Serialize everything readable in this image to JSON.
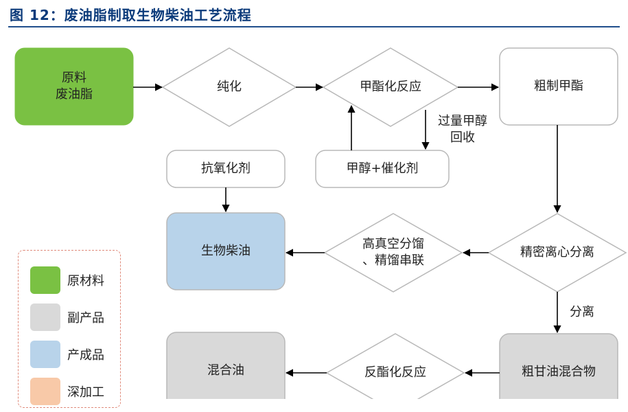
{
  "title": "图 12：废油脂制取生物柴油工艺流程",
  "colors": {
    "raw": "#7ac143",
    "byproduct": "#d9d9d9",
    "product": "#b8d3ea",
    "deep": "#f8c9a8",
    "title": "#0b3a7a",
    "stroke": "#b8b8b8"
  },
  "nodes": {
    "waste_oil": "原料\n废油脂",
    "purify": "纯化",
    "esterify": "甲酯化反应",
    "crude_ester": "粗制甲酯",
    "antioxidant": "抗氧化剂",
    "methanol_cat": "甲醇+催化剂",
    "biodiesel": "生物柴油",
    "distill": "高真空分馏\n、精馏串联",
    "centrifuge": "精密离心分离",
    "mixed_oil": "混合油",
    "transesterify": "反酯化反应",
    "crude_glycerin": "粗甘油混合物"
  },
  "edge_labels": {
    "methanol_recovery": "过量甲醇\n回收",
    "separation": "分离"
  },
  "legend": [
    {
      "label": "原材料",
      "color": "#7ac143"
    },
    {
      "label": "副产品",
      "color": "#d9d9d9"
    },
    {
      "label": "产成品",
      "color": "#b8d3ea"
    },
    {
      "label": "深加工",
      "color": "#f8c9a8"
    }
  ]
}
